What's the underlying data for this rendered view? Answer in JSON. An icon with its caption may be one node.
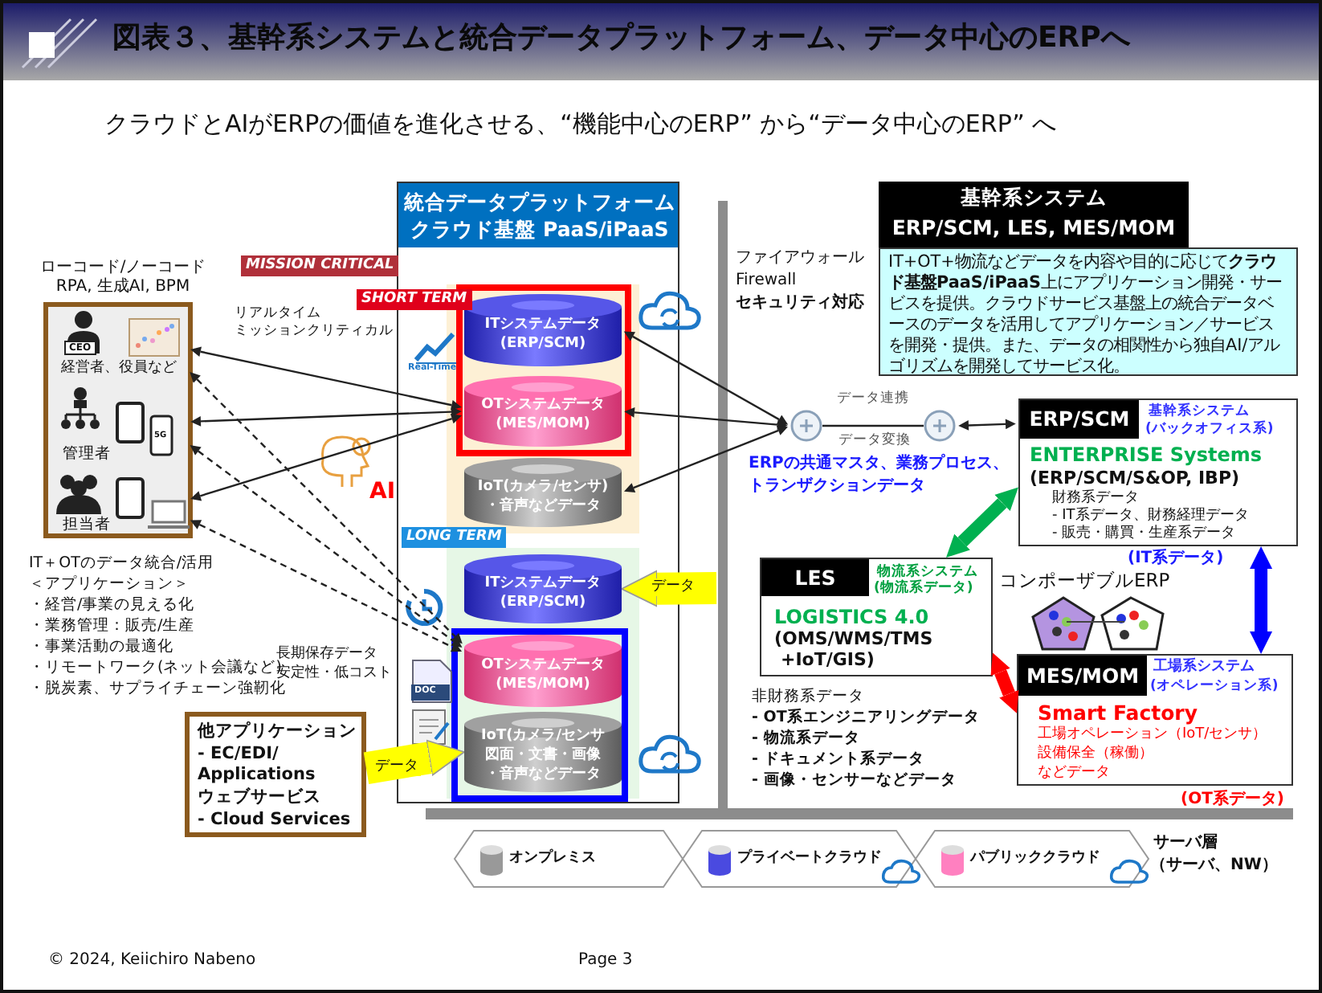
{
  "diagram": {
    "title": "図表３、基幹系システムと統合データプラットフォーム、データ中心のERPへ",
    "nodes": [
      {
        "text": [
          "ローコード/ノーコード RPA, 生成AI, BPM"
        ]
      },
      {
        "text": [
          "経営者、役員など"
        ],
        "in": 0
      },
      {
        "text": [
          "管理者"
        ],
        "in": 0
      },
      {
        "text": [
          "担当者"
        ],
        "in": 0
      },
      {
        "text": [
          "他アプリケーション",
          "- EC/EDI/ Applications",
          "ウェブサービス",
          "- Cloud Services"
        ]
      },
      {
        "text": [
          "統合データプラットフォーム",
          "クラウド基盤 PaaS/iPaaS"
        ]
      },
      {
        "text": [
          "ITシステムデータ",
          "(ERP/SCM)"
        ],
        "in": 5
      },
      {
        "text": [
          "OTシステムデータ",
          "(MES/MOM)"
        ],
        "in": 5
      },
      {
        "text": [
          "IoT(カメラ/センサ)",
          "・音声などデータ"
        ],
        "in": 5
      },
      {
        "text": [
          "ITシステムデータ",
          "(ERP/SCM)"
        ],
        "in": 5
      },
      {
        "text": [
          "OTシステムデータ",
          "(MES/MOM)"
        ],
        "in": 5
      },
      {
        "text": [
          "IoT(カメラ/センサ",
          "図面・文書・画像",
          "・音声などデータ"
        ],
        "in": 5
      },
      {
        "text": [],
        "shape": "circle"
      },
      {
        "text": [],
        "shape": "circle"
      },
      {
        "text": [
          "基幹系システム",
          "ERP/SCM, LES, MES/MOM",
          "IT+OT+物流などデータを内容や目的に応じて**クラウド基盤PaaS/iPaaS**上にアプリケーション開発・サービスを提供。クラウドサービス基盤上の統合データベースのデータを活用してアプリケーション／サービスを開発・提供。また、データの相関性から独自AI/アルゴリズムを開発してサービス化。"
        ]
      },
      {
        "text": [
          "ERP/SCM",
          "基幹系システム",
          "(バックオフィス系)",
          "ENTERPRISE Systems",
          "(ERP/SCM/S&OP, IBP)",
          "財務系データ",
          "- IT系データ、財務経理データ",
          "- 販売・購買・生産系データ"
        ]
      },
      {
        "text": [
          "LES",
          "物流系システム",
          "(物流系データ)",
          "LOGISTICS 4.0",
          "(OMS/WMS/TMS",
          "+IoT/GIS)"
        ]
      },
      {
        "text": [
          "MES/MOM",
          "工場系システム",
          "(オペレーション系)",
          "Smart Factory",
          "工場オペレーション（IoT/センサ）",
          "設備保全（稼働）",
          "などデータ"
        ]
      },
      {
        "text": [
          "オンプレミス"
        ]
      },
      {
        "text": [
          "プライベートクラウド"
        ]
      },
      {
        "text": [
          "パブリッククラウド"
        ]
      }
    ],
    "edges": [
      {
        "from": 1,
        "to": 7,
        "arrow": "both"
      },
      {
        "from": 2,
        "to": 7,
        "arrow": "both"
      },
      {
        "from": 3,
        "to": 7,
        "arrow": "both"
      },
      {
        "from": 1,
        "to": 10,
        "arrow": "both",
        "style": "dashed"
      },
      {
        "from": 2,
        "to": 10,
        "arrow": "both",
        "style": "dashed"
      },
      {
        "from": 3,
        "to": 10,
        "arrow": "both",
        "style": "dashed"
      },
      {
        "from": 12,
        "to": 6,
        "arrow": "both"
      },
      {
        "from": 12,
        "to": 7,
        "arrow": "both"
      },
      {
        "from": 12,
        "to": 8,
        "arrow": "both"
      },
      {
        "from": 12,
        "to": 13,
        "arrow": "none",
        "label": "データ連携"
      },
      {
        "from": 13,
        "to": 15,
        "arrow": "both"
      },
      {
        "from": null,
        "to": 9,
        "arrow": "to",
        "label": "データ",
        "style": "thick",
        "color": "#ffff00"
      },
      {
        "from": 4,
        "to": 11,
        "arrow": "to",
        "label": "データ",
        "style": "thick",
        "color": "#ffff00"
      },
      {
        "from": 15,
        "to": 16,
        "arrow": "both",
        "style": "thick",
        "color": "#00b050"
      },
      {
        "from": 16,
        "to": 17,
        "arrow": "both",
        "style": "thick",
        "color": "#ff0000"
      },
      {
        "from": 15,
        "to": 17,
        "arrow": "both",
        "style": "thick",
        "color": "#0000ff"
      }
    ],
    "labels": [
      "クラウドとAIがERPの価値を進化させる、“機能中心のERP” から“データ中心のERP” へ",
      "MISSION CRITICAL",
      "SHORT TERM",
      "リアルタイム",
      "ミッションクリティカル",
      "Real-Time",
      "CEO",
      "5G",
      "AI",
      "LONG TERM",
      "長期保存データ",
      "安定性・低コスト",
      "DOC",
      "IT＋OTのデータ統合/活用",
      "＜アプリケーション＞",
      "・経営/事業の見える化",
      "・業務管理：販売/生産",
      "・事業活動の最適化",
      "・リモートワーク(ネット会議など)",
      "・脱炭素、サプライチェーン強靭化",
      "ファイアウォール",
      "Firewall",
      "セキュリティ対応",
      "データ変換",
      "ERPの共通マスタ、業務プロセス、",
      "トランザクションデータ",
      "(IT系データ)",
      "コンポーザブルERP",
      "非財務系データ",
      "- OT系エンジニアリングデータ",
      "- 物流系データ",
      "- ドキュメント系データ",
      "- 画像・センサーなどデータ",
      "(OT系データ)",
      "サーバ層",
      "（サーバ、NW）",
      "© 2024, Keiichiro Nabeno",
      "Page 3"
    ]
  }
}
